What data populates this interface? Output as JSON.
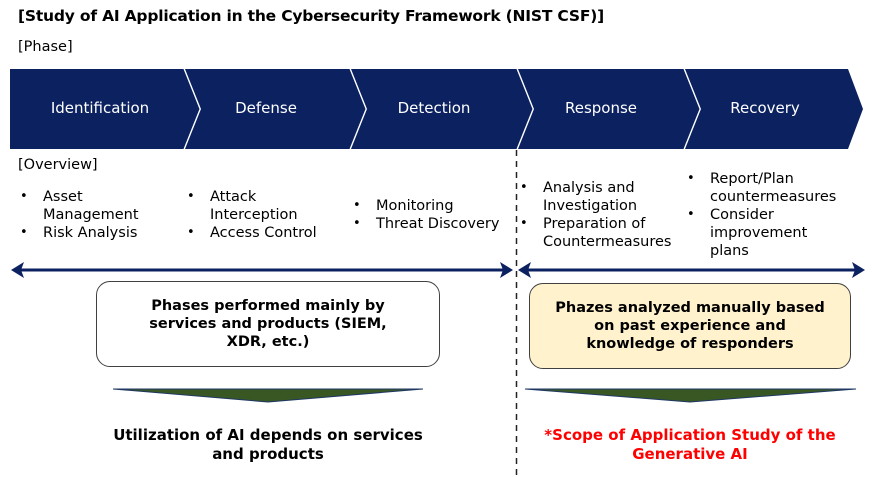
{
  "title": "[Study of AI Application in the Cybersecurity Framework (NIST CSF)]",
  "phase_label": "[Phase]",
  "overview_label": "[Overview]",
  "colors": {
    "chevron_fill": "#0b2160",
    "arrow": "#0b2160",
    "triangle_fill": "#385723",
    "right_box_fill": "#fff2cc",
    "scope_text": "#ff0000"
  },
  "phases": [
    {
      "name": "Identification",
      "items": [
        "Asset Management",
        "Risk Analysis"
      ]
    },
    {
      "name": "Defense",
      "items": [
        "Attack Interception",
        "Access Control"
      ]
    },
    {
      "name": "Detection",
      "items": [
        "Monitoring",
        "Threat Discovery"
      ]
    },
    {
      "name": "Response",
      "items": [
        "Analysis and Investigation",
        "Preparation of Countermeasures"
      ]
    },
    {
      "name": "Recovery",
      "items": [
        "Report/Plan countermeasures",
        "Consider improvement plans"
      ]
    }
  ],
  "groups": {
    "left": {
      "box_text": "Phases performed mainly by services and products (SIEM, XDR, etc.)",
      "conclusion": "Utilization of AI depends on services and products"
    },
    "right": {
      "box_text": "Phazes analyzed manually based on past experience and knowledge of responders",
      "conclusion": "*Scope of Application Study of the Generative AI"
    }
  }
}
